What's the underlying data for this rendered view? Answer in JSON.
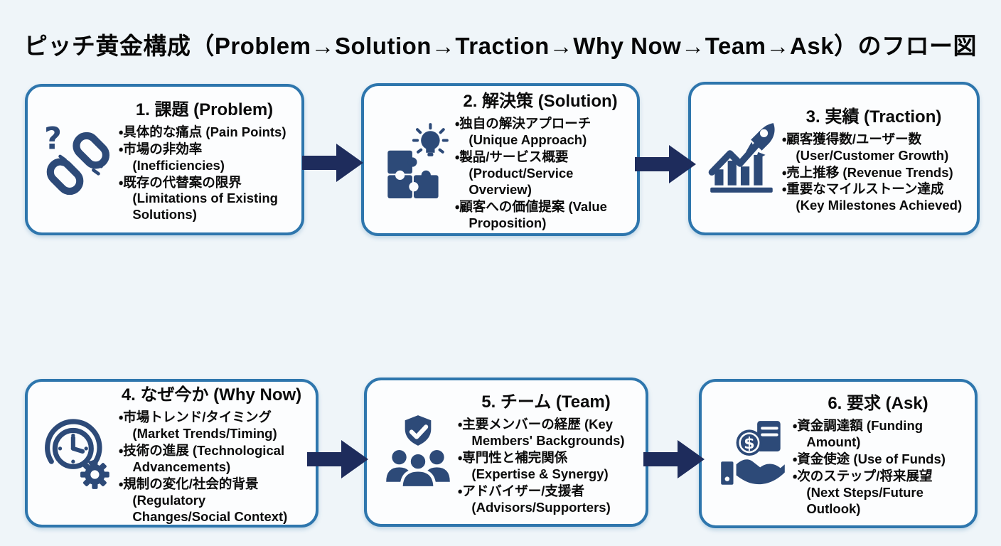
{
  "title": "ピッチ黄金構成（Problem→Solution→Traction→Why Now→Team→Ask）のフロー図",
  "colors": {
    "page_background": "#eff5f9",
    "card_background": "#fcfdfe",
    "card_border": "#2e76ad",
    "arrow": "#1e2c5c",
    "icon": "#2d4a78",
    "text": "#0b0b0b"
  },
  "boxes": [
    {
      "id": "problem",
      "icon": "broken-chain-question-icon",
      "heading": "1. 課題 (Problem)",
      "bullets": [
        "具体的な痛点 (Pain Points)",
        "市場の非効率 (Inefficiencies)",
        "既存の代替案の限界 (Limitations of Existing Solutions)"
      ]
    },
    {
      "id": "solution",
      "icon": "puzzle-lightbulb-icon",
      "heading": "2. 解決策 (Solution)",
      "bullets": [
        "独自の解決アプローチ (Unique Approach)",
        "製品/サービス概要 (Product/Service Overview)",
        "顧客への価値提案 (Value Proposition)"
      ]
    },
    {
      "id": "traction",
      "icon": "growth-chart-rocket-icon",
      "heading": "3. 実績 (Traction)",
      "bullets": [
        "顧客獲得数/ユーザー数 (User/Customer Growth)",
        "売上推移 (Revenue Trends)",
        "重要なマイルストーン達成 (Key Milestones Achieved)"
      ]
    },
    {
      "id": "whynow",
      "icon": "clock-gear-icon",
      "heading": "4. なぜ今か (Why Now)",
      "bullets": [
        "市場トレンド/タイミング (Market Trends/Timing)",
        "技術の進展 (Technological Advancements)",
        "規制の変化/社会的背景 (Regulatory Changes/Social Context)"
      ]
    },
    {
      "id": "team",
      "icon": "team-shield-icon",
      "heading": "5. チーム (Team)",
      "bullets": [
        "主要メンバーの経歴 (Key Members' Backgrounds)",
        "専門性と補完関係 (Expertise & Synergy)",
        "アドバイザー/支援者 (Advisors/Supporters)"
      ]
    },
    {
      "id": "ask",
      "icon": "hand-coin-icon",
      "heading": "6. 要求 (Ask)",
      "bullets": [
        "資金調達額 (Funding Amount)",
        "資金使途 (Use of Funds)",
        "次のステップ/将来展望 (Next Steps/Future Outlook)"
      ]
    }
  ]
}
